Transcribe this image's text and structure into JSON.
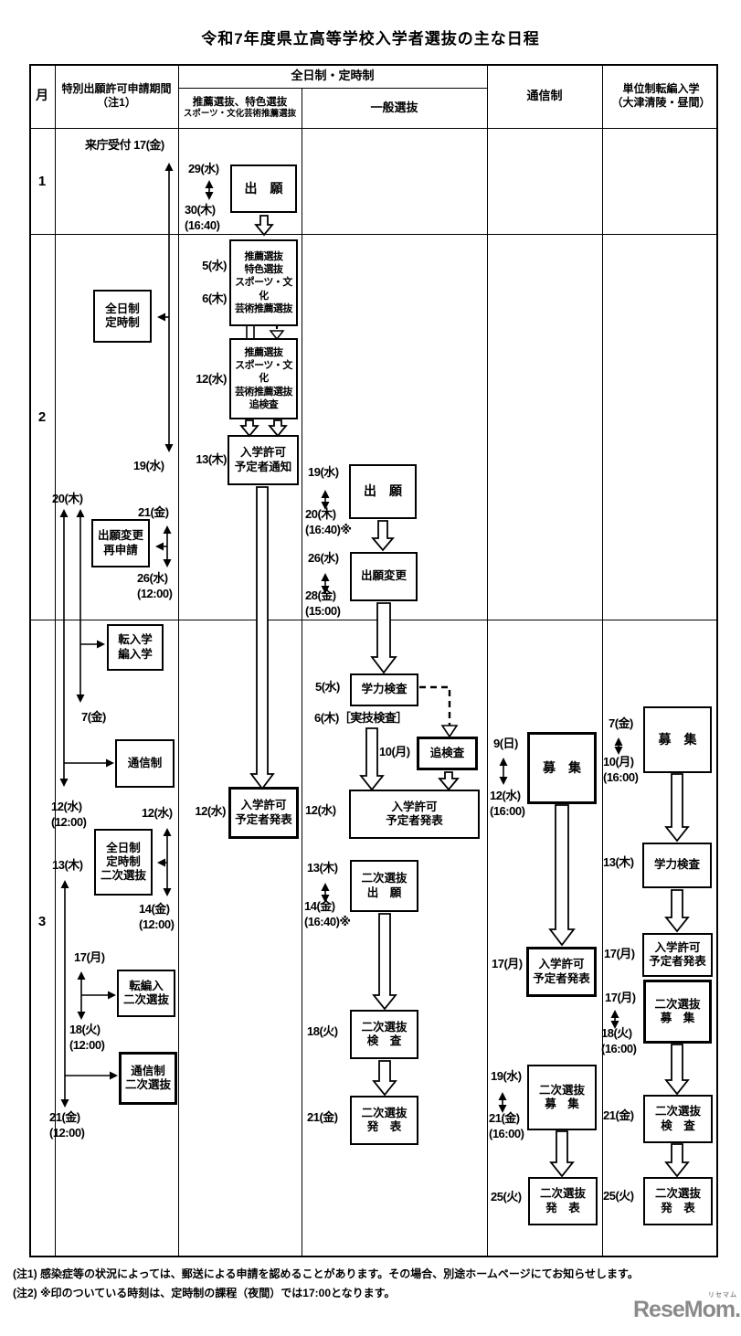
{
  "title": "令和7年度県立高等学校入学者選抜の主な日程",
  "header": {
    "month": "月",
    "special": "特別出願許可申請期間\n（注1）",
    "fulltime": "全日制・定時制",
    "recommend1": "推薦選抜、特色選抜",
    "recommend2": "スポーツ・文化芸術推薦選抜",
    "general": "一般選抜",
    "correspondence": "通信制",
    "unit": "単位制転編入学\n（大津清陵・昼間）"
  },
  "months": {
    "jan": "1",
    "feb": "2",
    "mar": "3"
  },
  "special": {
    "raicho": "来庁受付 17(金)",
    "d19w": "19(水)",
    "d20t": "20(木)",
    "d21f": "21(金)",
    "d26w": "26(水)\n(12:00)",
    "box_zennichi": "全日制\n定時制",
    "box_saishinsei": "出願変更\n再申請",
    "box_tennyu": "転入学\n編入学",
    "d7f": "7(金)",
    "box_tsushin": "通信制",
    "d12w_t": "12(水)\n(12:00)",
    "d12w": "12(水)",
    "box_niji_zennichi": "全日制\n定時制\n二次選抜",
    "d14f": "14(金)\n(12:00)",
    "d13t": "13(木)",
    "d17m": "17(月)",
    "box_niji_tenhennyu": "転編入\n二次選抜",
    "d18k": "18(火)\n(12:00)",
    "box_niji_tsushin": "通信制\n二次選抜",
    "d21f_t": "21(金)\n(12:00)"
  },
  "suisen": {
    "d29w": "29(水)",
    "d30t": "30(木)\n(16:40)",
    "box_shutsugan": "出　願",
    "d5w": "5(水)",
    "d6t": "6(木)",
    "box_senbatsu": "推薦選抜\n特色選抜\nスポーツ・文化\n芸術推薦選抜",
    "d12w": "12(水)",
    "box_tsuikensa": "推薦選抜\nスポーツ・文化\n芸術推薦選抜\n追検査",
    "d13t": "13(木)",
    "box_tsuchi": "入学許可\n予定者通知",
    "d12w_mar": "12(水)",
    "box_happyo": "入学許可\n予定者発表"
  },
  "ippan": {
    "d19w": "19(水)",
    "d20t": "20(木)\n(16:40)※",
    "box_shutsugan": "出　願",
    "d26w": "26(水)",
    "d28f": "28(金)\n(15:00)",
    "box_henko": "出願変更",
    "d5w": "5(水)",
    "box_gakuryoku": "学力検査",
    "d6t": "6(木)［実技検査］",
    "d10m": "10(月)",
    "box_tsuikensa": "追検査",
    "d12w": "12(水)",
    "box_happyo": "入学許可\n予定者発表",
    "d13t": "13(木)",
    "d14f": "14(金)\n(16:40)※",
    "box_niji_shutsugan": "二次選抜\n出　願",
    "d18k": "18(火)",
    "box_niji_kensa": "二次選抜\n検　査",
    "d21f": "21(金)",
    "box_niji_happyo": "二次選抜\n発　表"
  },
  "tsushin": {
    "d9n": "9(日)",
    "d12w": "12(水)\n(16:00)",
    "box_boshu": "募　集",
    "d17m": "17(月)",
    "box_happyo": "入学許可\n予定者発表",
    "d19w": "19(水)",
    "d21f": "21(金)\n(16:00)",
    "box_niji_boshu": "二次選抜\n募　集",
    "d25k": "25(火)",
    "box_niji_happyo": "二次選抜\n発　表"
  },
  "tanisei": {
    "d7f": "7(金)",
    "d10m": "10(月)\n(16:00)",
    "box_boshu": "募　集",
    "d13t": "13(木)",
    "box_gakuryoku": "学力検査",
    "d17m": "17(月)",
    "box_happyo": "入学許可\n予定者発表",
    "d17m2": "17(月)",
    "d18k": "18(火)\n(16:00)",
    "box_niji_boshu": "二次選抜\n募　集",
    "d21f": "21(金)",
    "box_niji_kensa": "二次選抜\n検　査",
    "d25k": "25(火)",
    "box_niji_happyo": "二次選抜\n発　表"
  },
  "notes": {
    "n1": "(注1) 感染症等の状況によっては、郵送による申請を認めることがあります。その場合、別途ホームページにてお知らせします。",
    "n2": "(注2) ※印のついている時刻は、定時制の課程（夜間）では17:00となります。"
  },
  "logo": {
    "name": "ReseMom.",
    "ruby": "リセマム"
  }
}
